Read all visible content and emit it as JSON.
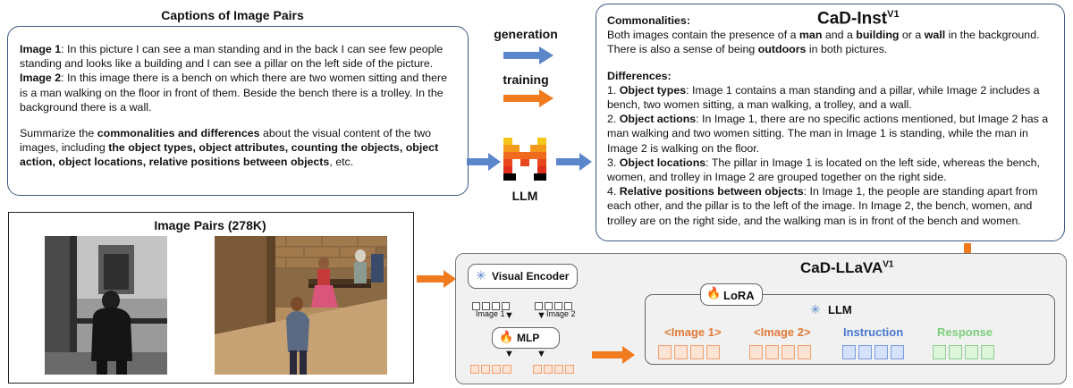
{
  "captions_section": {
    "title": "Captions of Image Pairs",
    "image1_label": "Image 1",
    "image1_text": ": In this picture I can see a man standing and in the back I can see few people standing and looks like a building and I can see a pillar on the left side of the picture.",
    "image2_label": "Image 2",
    "image2_text": ": In this image there is a bench on which there are two women sitting and there is a man walking on the floor in front of them. Beside the bench there is a trolley. In the background there is a wall.",
    "prompt_pre": "Summarize the ",
    "prompt_b1": "commonalities and differences",
    "prompt_mid": " about the visual content of the two images, including ",
    "prompt_b2": "the object types, object attributes, counting the objects, object action, object locations, relative positions between objects",
    "prompt_post": ", etc."
  },
  "arrows": {
    "generation_label": "generation",
    "training_label": "training",
    "llm_label": "LLM",
    "blue_color": "#5b86c9",
    "orange_color": "#f07a1e"
  },
  "cad_inst": {
    "title": "CaD-Inst",
    "title_sup": "V1",
    "commonalities_label": "Commonalities:",
    "comm_1": "Both images contain the presence of a ",
    "comm_b1": "man",
    "comm_2": " and a ",
    "comm_b2": "building",
    "comm_3": " or a ",
    "comm_b3": "wall",
    "comm_4": " in the background. There is also a sense of being ",
    "comm_b4": "outdoors",
    "comm_5": " in both pictures.",
    "differences_label": "Differences:",
    "diff_items": [
      {
        "num": "1. ",
        "label": "Object types",
        "text": ": Image 1 contains a man standing and a pillar, while Image 2 includes a bench, two women sitting, a man walking, a trolley, and a wall."
      },
      {
        "num": "2. ",
        "label": "Object actions",
        "text": ": In Image 1, there are no specific actions mentioned, but Image 2 has a man walking and two women sitting. The man in Image 1 is standing, while the man in Image 2 is walking on the floor."
      },
      {
        "num": "3. ",
        "label": "Object locations",
        "text": ": The pillar in Image 1 is located on the left side, whereas the bench, women, and trolley in Image 2 are grouped together on the right side."
      },
      {
        "num": "4. ",
        "label": "Relative positions between objects",
        "text": ": In Image 1, the people are standing apart from each other, and the pillar is to the left of the image. In Image 2, the bench, women, and trolley are on the right side, and the walking man is in front of the bench and women."
      }
    ]
  },
  "image_pairs": {
    "title": "Image Pairs (278K)"
  },
  "cad_llava": {
    "title": "CaD-LLaVA",
    "title_sup": "V1",
    "visual_encoder_label": "Visual Encoder",
    "image1_caption": "Image 1",
    "image2_caption": "Image 2",
    "mlp_label": "MLP",
    "lora_label": "LoRA",
    "llm_label": "LLM",
    "tokens": [
      {
        "label": "<Image 1>",
        "color": "#e07a3a"
      },
      {
        "label": "<Image 2>",
        "color": "#e07a3a"
      },
      {
        "label": "Instruction",
        "color": "#4a78d0"
      },
      {
        "label": "Response",
        "color": "#7ccf7a"
      }
    ]
  }
}
